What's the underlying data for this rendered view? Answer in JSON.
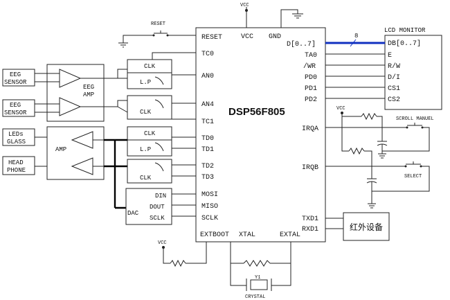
{
  "chip": {
    "name": "DSP56F805",
    "left_pins": [
      "RESET",
      "TC0",
      "AN0",
      "AN4",
      "TC1",
      "TD0",
      "TD1",
      "TD2",
      "TD3",
      "MOSI",
      "MISO",
      "SCLK",
      "EXTBOOT"
    ],
    "top_pins": [
      "VCC",
      "GND"
    ],
    "right_pins": [
      "D[0..7]",
      "TA0",
      "/WR",
      "PD0",
      "PD1",
      "PD2",
      "IRQA",
      "IRQB",
      "TXD1",
      "RXD1"
    ],
    "bottom_pins": [
      "XTAL",
      "EXTAL"
    ]
  },
  "lcd": {
    "title": "LCD MONITOR",
    "pins": [
      "DB[0..7]",
      "E",
      "R/W",
      "D/I",
      "CS1",
      "CS2"
    ]
  },
  "bus_width": "8",
  "sensors": {
    "eeg1": [
      "EEG",
      "SENSOR"
    ],
    "eeg2": [
      "EEG",
      "SENSOR"
    ],
    "leds": [
      "LEDs",
      "GLASS"
    ],
    "head": [
      "HEAD",
      "PHONE"
    ]
  },
  "amps": {
    "eeg": [
      "EEG",
      "AMP"
    ],
    "amp": "AMP"
  },
  "filters": {
    "clk": "CLK",
    "lp": "L.P"
  },
  "dac": {
    "name": "DAC",
    "pins": [
      "DIN",
      "DOUT",
      "SCLK"
    ]
  },
  "infrared": "红外设备",
  "reset_label": "RESET",
  "vcc_label": "VCC",
  "buttons": {
    "scroll": "SCROLL MANUEL",
    "select": "SELECT"
  },
  "crystal": {
    "ref": "Y1",
    "name": "CRYSTAL"
  }
}
